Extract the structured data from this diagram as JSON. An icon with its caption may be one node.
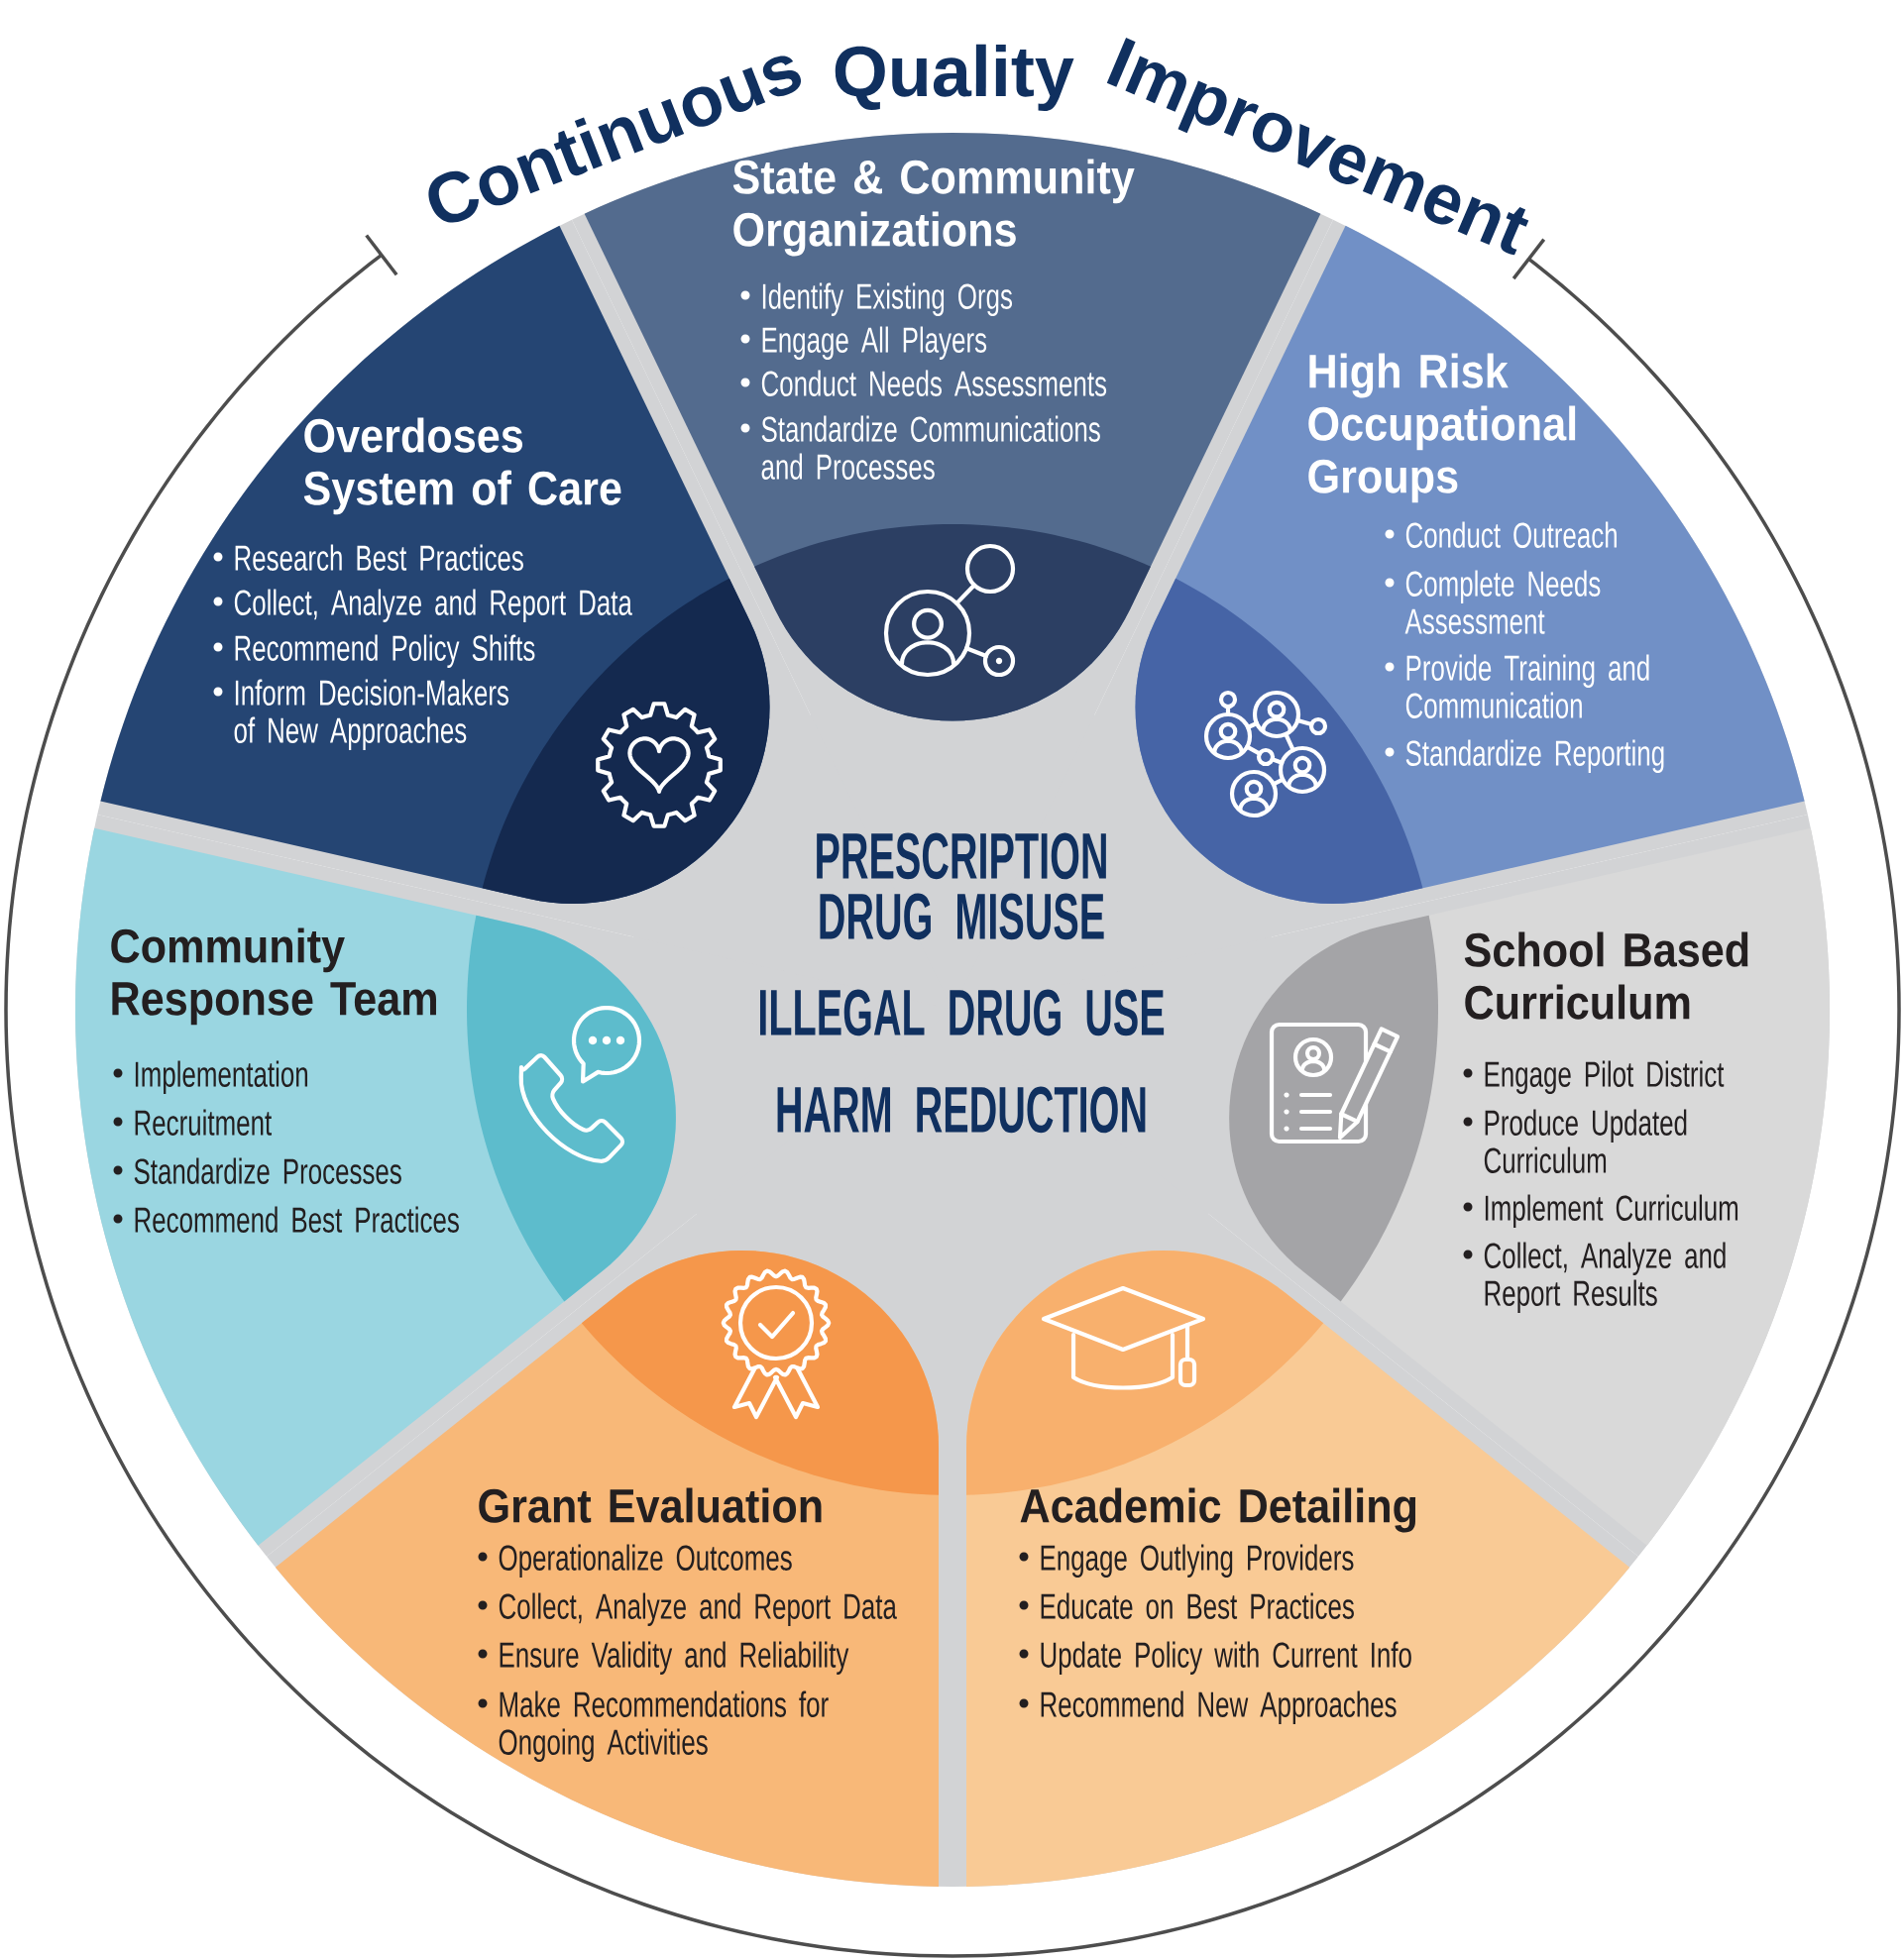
{
  "diagram": {
    "title": "Continuous Quality Improvement",
    "nodes": [
      {
        "text": [
          "PRESCRIPTION DRUG MISUSE",
          "ILLEGAL DRUG USE",
          "HARM REDUCTION"
        ]
      },
      {
        "text": [
          "State & Community Organizations",
          "Identify Existing Orgs",
          "Engage All Players",
          "Conduct Needs Assessments",
          "Standardize Communications and Processes"
        ],
        "in": 0
      },
      {
        "text": [
          "High Risk Occupational Groups",
          "Conduct Outreach",
          "Complete Needs Assessment",
          "Provide Training and Communication",
          "Standardize Reporting"
        ],
        "in": 0
      },
      {
        "text": [
          "Overdoses System of Care",
          "Research Best Practices",
          "Collect, Analyze and Report Data",
          "Recommend Policy Shifts",
          "Inform Decision-Makers of New Approaches"
        ],
        "in": 0
      },
      {
        "text": [
          "Community Response Team",
          "Implementation",
          "Recruitment",
          "Standardize Processes",
          "Recommend Best Practices"
        ],
        "in": 0
      },
      {
        "text": [
          "School Based Curriculum",
          "Engage Pilot District",
          "Produce Updated Curriculum",
          "Implement Curriculum",
          "Collect, Analyze and Report Results"
        ],
        "in": 0
      },
      {
        "text": [
          "Grant Evaluation",
          "Operationalize Outcomes",
          "Collect, Analyze and Report Data",
          "Ensure Validity and Reliability",
          "Make Recommendations for Ongoing Activities"
        ],
        "in": 0
      },
      {
        "text": [
          "Academic Detailing",
          "Engage Outlying Providers",
          "Educate on Best Practices",
          "Update Policy with Current Info",
          "Recommend New Approaches"
        ],
        "in": 0
      }
    ]
  }
}
